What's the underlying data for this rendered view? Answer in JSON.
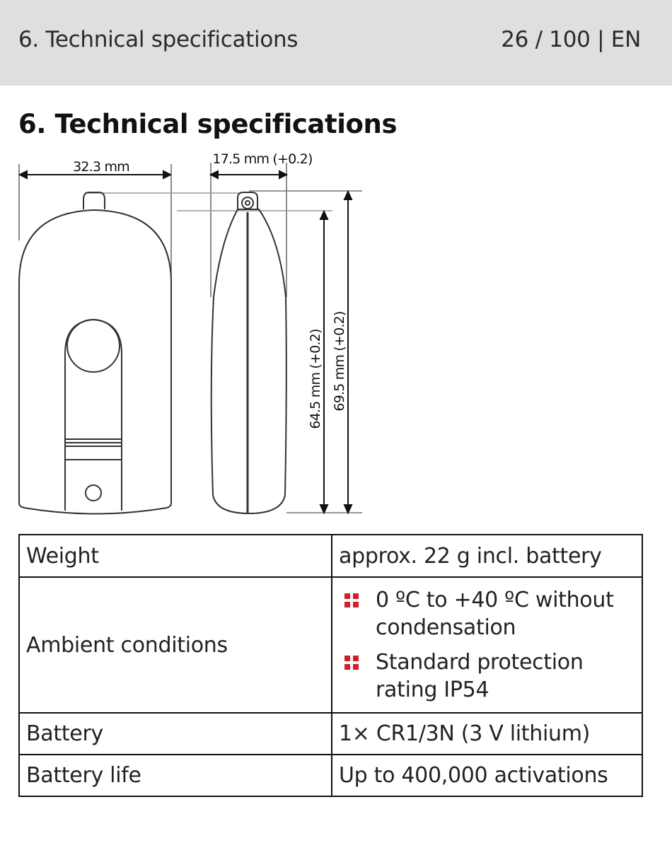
{
  "header": {
    "section": "6. Technical specifications",
    "page_info": "26 / 100 | EN"
  },
  "title": "6. Technical specifications",
  "drawing": {
    "width_label": "32.3 mm",
    "depth_label": "17.5 mm (+0.2)",
    "height_body_label": "64.5 mm (+0.2)",
    "height_total_label": "69.5 mm (+0.2)"
  },
  "specs": {
    "weight": {
      "label": "Weight",
      "value": "approx. 22 g incl. battery"
    },
    "ambient": {
      "label": "Ambient conditions",
      "items": [
        [
          "0 ºC to +40 ºC without",
          "condensation"
        ],
        [
          "Standard protection",
          "rating IP54"
        ]
      ]
    },
    "battery": {
      "label": "Battery",
      "value": "1× CR1/3N (3 V lithium)"
    },
    "battery_life": {
      "label": "Battery life",
      "value": "Up to 400,000 activations"
    }
  },
  "colors": {
    "header_bg": "#dedfe1",
    "bullet": "#d11f2a"
  }
}
